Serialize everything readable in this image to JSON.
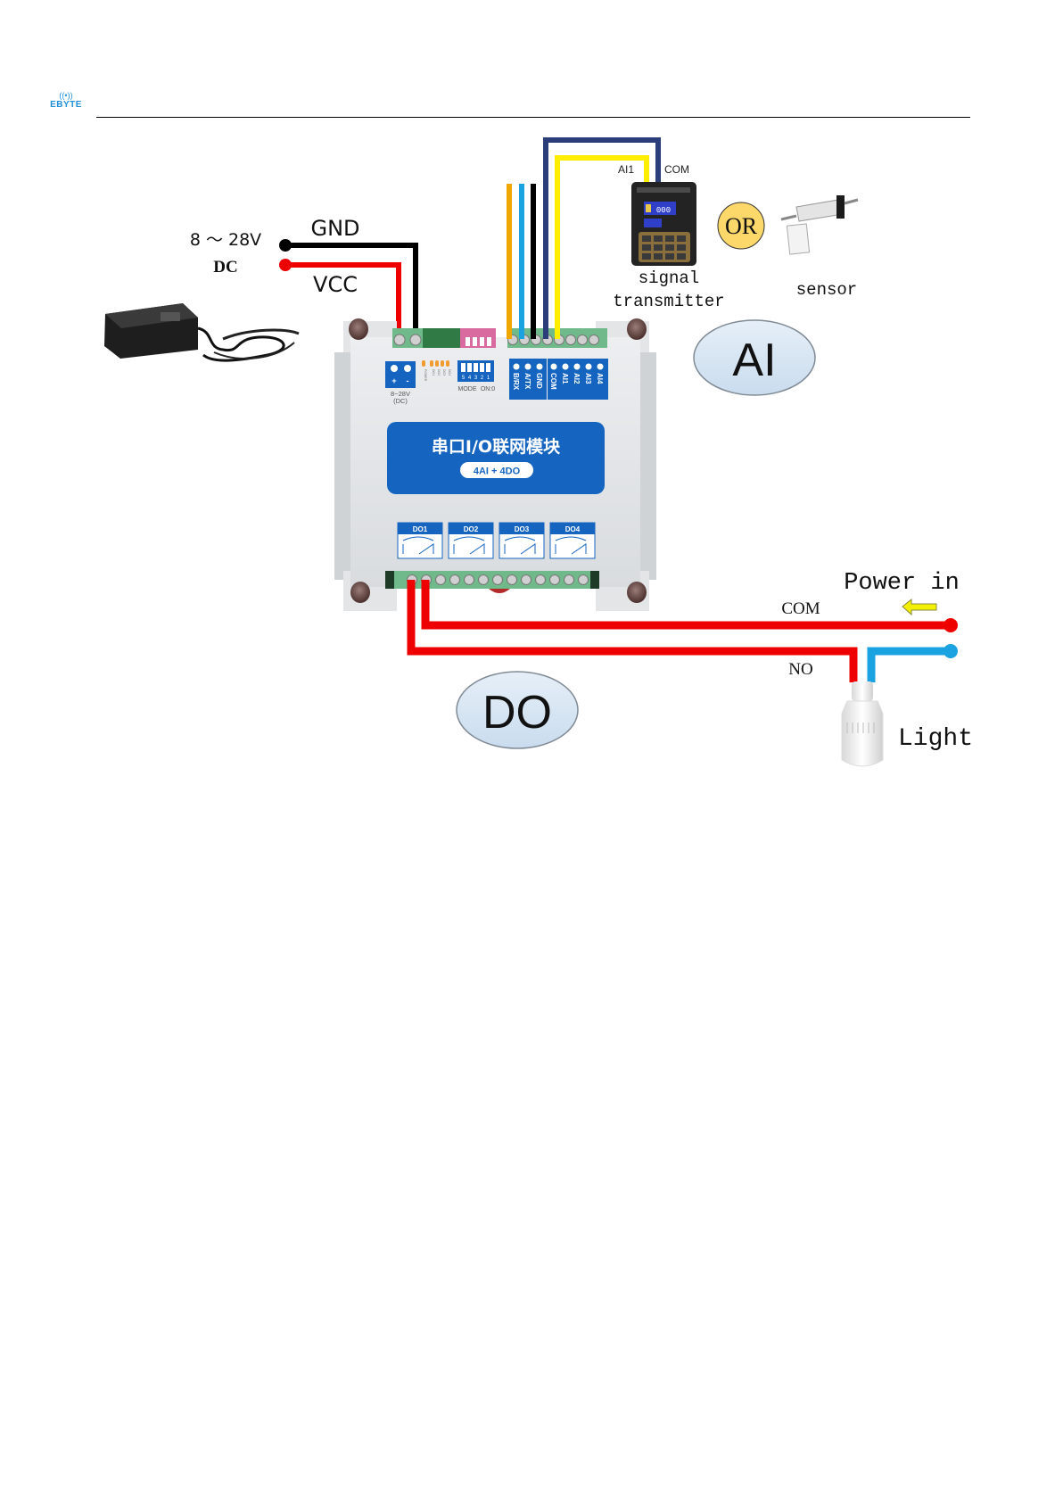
{
  "header": {
    "logo_waves": "((•))",
    "logo_brand": "EBYTE"
  },
  "power": {
    "voltage_label": "8 ～ 28V",
    "dc_label": "DC",
    "gnd_label": "GND",
    "vcc_label": "VCC"
  },
  "ai_input": {
    "ai1_label": "AI1",
    "com_label": "COM",
    "device_label_line1": "signal",
    "device_label_line2": "transmitter",
    "or_label": "OR",
    "sensor_label": "sensor",
    "section_badge": "AI"
  },
  "module": {
    "title": "串口I/O联网模块",
    "subtitle": "4AI + 4DO",
    "power_terminal_plus": "+",
    "power_terminal_minus": "-",
    "power_range": "8~28V",
    "power_dc": "(DC)",
    "led_labels": [
      "POWER",
      "DO1",
      "DO2",
      "DO3",
      "DO4"
    ],
    "dip_numbers": [
      "5",
      "4",
      "3",
      "2",
      "1"
    ],
    "mode_label": "MODE",
    "on_label": "ON:0",
    "rs485_terminals": [
      "B/RX",
      "A/TX",
      "GND"
    ],
    "ai_terminals": [
      "COM",
      "AI1",
      "AI2",
      "AI3",
      "AI4"
    ],
    "do_channels": [
      "DO1",
      "DO2",
      "DO3",
      "DO4"
    ]
  },
  "do_output": {
    "power_in_label": "Power in",
    "com_label": "COM",
    "no_label": "NO",
    "light_label": "Light",
    "section_badge": "DO"
  },
  "colors": {
    "wire_red": "#ee0000",
    "wire_black": "#000000",
    "wire_yellow": "#ffee00",
    "wire_navy": "#2c3e7a",
    "wire_orange": "#f0a800",
    "wire_cyan": "#1aa3e0",
    "module_blue": "#1565c0",
    "badge_fill": "#d6e6f4",
    "or_fill": "#fcd76a"
  }
}
